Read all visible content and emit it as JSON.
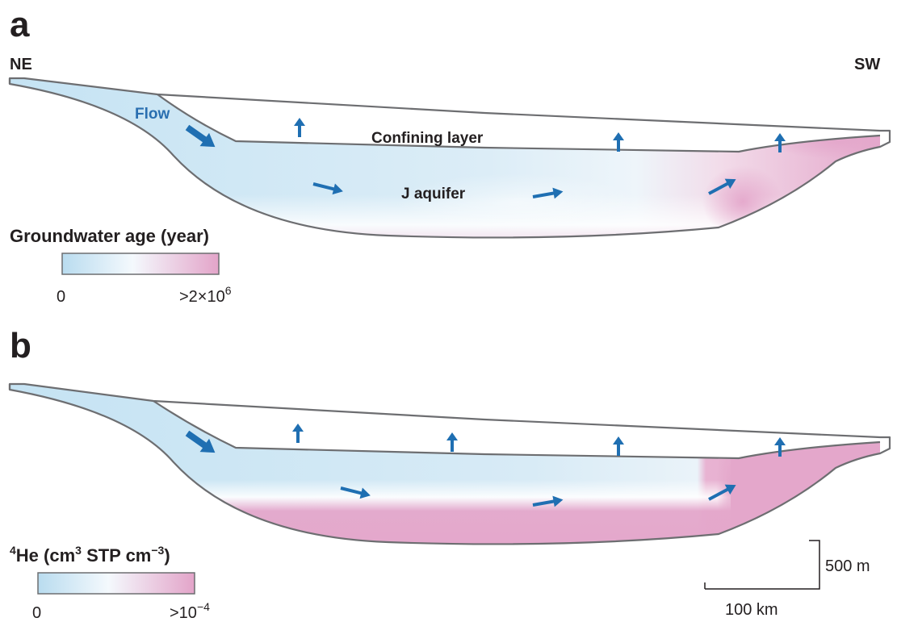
{
  "panel_a": {
    "letter": "a",
    "direction_left": "NE",
    "direction_right": "SW",
    "flow_label": "Flow",
    "confining_label": "Confining layer",
    "aquifer_label": "J aquifer",
    "legend": {
      "title": "Groundwater age (year)",
      "min_label": "0",
      "max_prefix": ">2×10",
      "max_exp": "6",
      "color_low": "#b9dcef",
      "color_mid": "#f4f9fd",
      "color_high": "#e3a4c9"
    }
  },
  "panel_b": {
    "letter": "b",
    "legend": {
      "title_sup": "4",
      "title_main": "He (cm",
      "title_sup2": "3",
      "title_mid": " STP cm",
      "title_sup3": "−3",
      "title_end": ")",
      "min_label": "0",
      "max_prefix": ">10",
      "max_exp": "−4",
      "color_low": "#b9dcef",
      "color_mid": "#f4f9fd",
      "color_high": "#e3a4c9"
    }
  },
  "scale_bar": {
    "vertical_label": "500 m",
    "horizontal_label": "100 km"
  },
  "colors": {
    "outline": "#6d6e71",
    "arrow": "#1f6fb2",
    "flow_text": "#2a6fb0",
    "young_water": "#c6e3f2",
    "old_water": "#e3a4c9"
  }
}
